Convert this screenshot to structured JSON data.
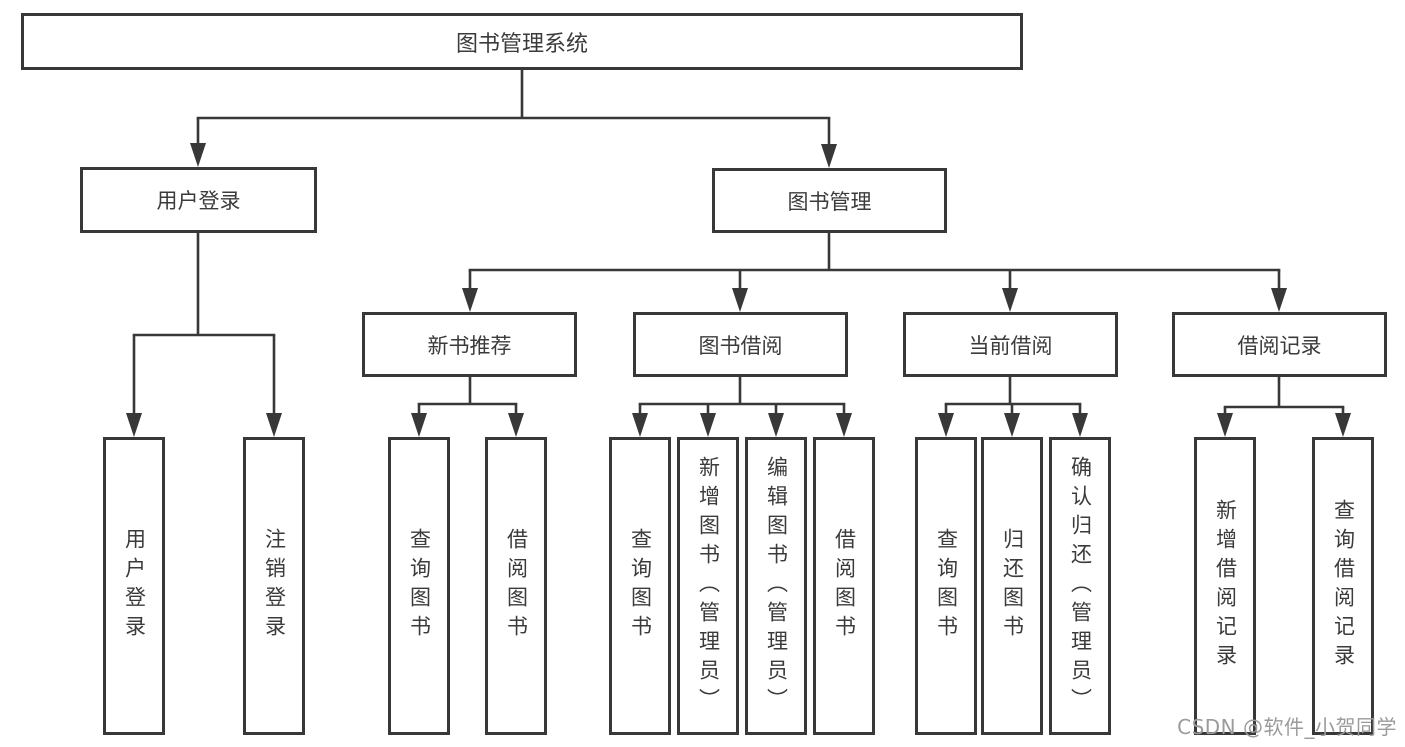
{
  "diagram": {
    "root_label": "图书管理系统",
    "branches": {
      "user_login": {
        "label": "用户登录",
        "children": [
          "用户登录",
          "注销登录"
        ]
      },
      "book_management": {
        "label": "图书管理"
      }
    },
    "modules": [
      {
        "label": "新书推荐",
        "children": [
          "查询图书",
          "借阅图书"
        ]
      },
      {
        "label": "图书借阅",
        "children": [
          "查询图书",
          "新增图书（管理员）",
          "编辑图书（管理员）",
          "借阅图书"
        ]
      },
      {
        "label": "当前借阅",
        "children": [
          "查询图书",
          "归还图书",
          "确认归还（管理员）"
        ]
      },
      {
        "label": "借阅记录",
        "children": [
          "新增借阅记录",
          "查询借阅记录"
        ]
      }
    ],
    "watermark": "CSDN @软件_小贺同学",
    "colors": {
      "line": "#383838",
      "text": "#3b3b3b",
      "watermark": "#9b9b9b",
      "background": "#ffffff"
    }
  }
}
